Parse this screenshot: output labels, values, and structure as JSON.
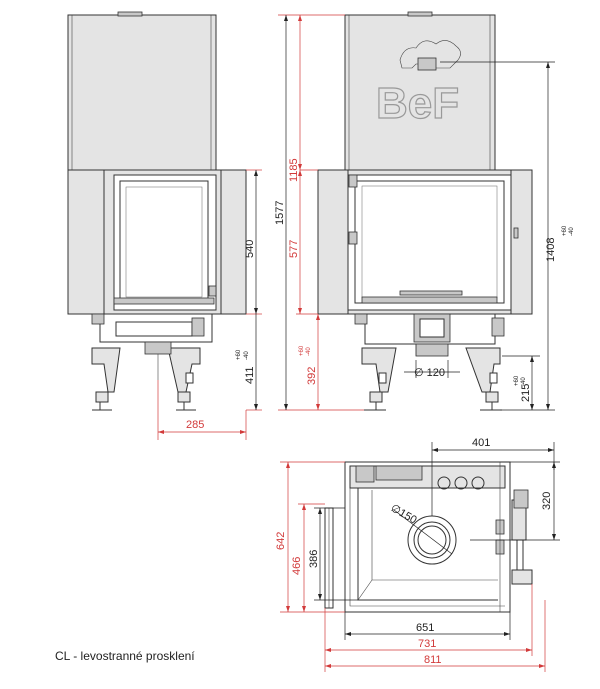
{
  "caption": "CL - levostranné prosklení",
  "logo_text": "BeF",
  "dimensions": {
    "side_height_540": "540",
    "side_leg_411": "411",
    "side_leg_411_tol": "+60\n-40",
    "side_depth_285": "285",
    "front_total_1577": "1577",
    "front_upper_1185": "1185",
    "front_door_577": "577",
    "front_leg_392": "392",
    "front_leg_392_tol": "+60\n-40",
    "front_flue_120": "∅ 120",
    "front_right_1408": "1408",
    "front_right_1408_tol": "+60\n-40",
    "front_right_215": "215",
    "front_right_215_tol": "+60\n-40",
    "plan_top_401": "401",
    "plan_right_320": "320",
    "plan_flue_150": "∅150",
    "plan_left_642": "642",
    "plan_left_466": "466",
    "plan_left_386": "386",
    "plan_bottom_651": "651",
    "plan_bottom_731": "731",
    "plan_bottom_811": "811"
  },
  "colors": {
    "dimension_red": "#d23a3a",
    "line_dark": "#333333",
    "body_fill": "#e4e4e4"
  }
}
